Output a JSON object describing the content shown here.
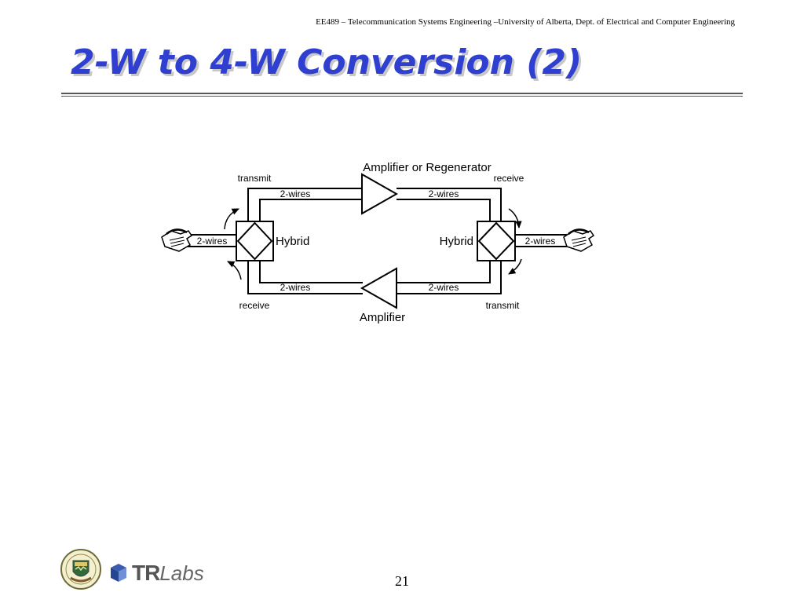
{
  "header": {
    "course": "EE489 – Telecommunication Systems Engineering –University of Alberta, Dept. of Electrical and Computer Engineering"
  },
  "slide": {
    "title": "2-W to 4-W Conversion (2)",
    "page_number": "21"
  },
  "diagram": {
    "top_amplifier_label": "Amplifier or Regenerator",
    "bottom_amplifier_label": "Amplifier",
    "left_hybrid_label": "Hybrid",
    "right_hybrid_label": "Hybrid",
    "left_transmit": "transmit",
    "left_receive": "receive",
    "right_receive": "receive",
    "right_transmit": "transmit",
    "wire_top_left": "2-wires",
    "wire_top_right": "2-wires",
    "wire_bottom_left": "2-wires",
    "wire_bottom_right": "2-wires",
    "wire_left_phone": "2-wires",
    "wire_right_phone": "2-wires"
  },
  "footer": {
    "trlabs_tr": "TR",
    "trlabs_labs": "Labs"
  },
  "icons": {
    "left_phone": "telephone-icon",
    "right_phone": "telephone-icon",
    "university_logo": "university-seal-icon",
    "trlabs_logo": "trlabs-mark-icon"
  },
  "colors": {
    "title": "#2f3fcf"
  }
}
